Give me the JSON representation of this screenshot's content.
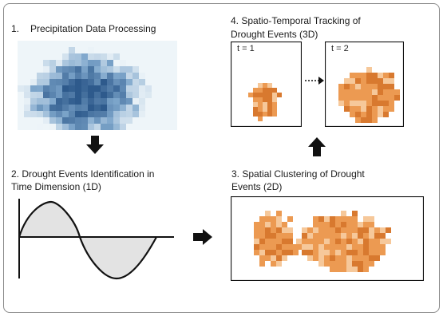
{
  "steps": {
    "s1": {
      "num": "1.",
      "title": "Precipitation Data Processing"
    },
    "s2": {
      "line1": "2. Drought Events Identification in",
      "line2": "Time Dimension (1D)"
    },
    "s3": {
      "line1": "3. Spatial Clustering of Drought",
      "line2": "Events (2D)"
    },
    "s4": {
      "line1": "4. Spatio-Temporal Tracking of",
      "line2": "Drought Events (3D)"
    }
  },
  "time_labels": {
    "t1": "t = 1",
    "t2": "t = 2"
  },
  "colors": {
    "blue_light": "#dbeaf2",
    "blue_mid": "#7fa7cc",
    "blue_dark": "#2e5a8c",
    "orange_light": "#f6c89a",
    "orange_mid": "#ec9a52",
    "orange_dark": "#d8792f",
    "wave_fill": "#e3e3e3",
    "arrow": "#111111"
  }
}
